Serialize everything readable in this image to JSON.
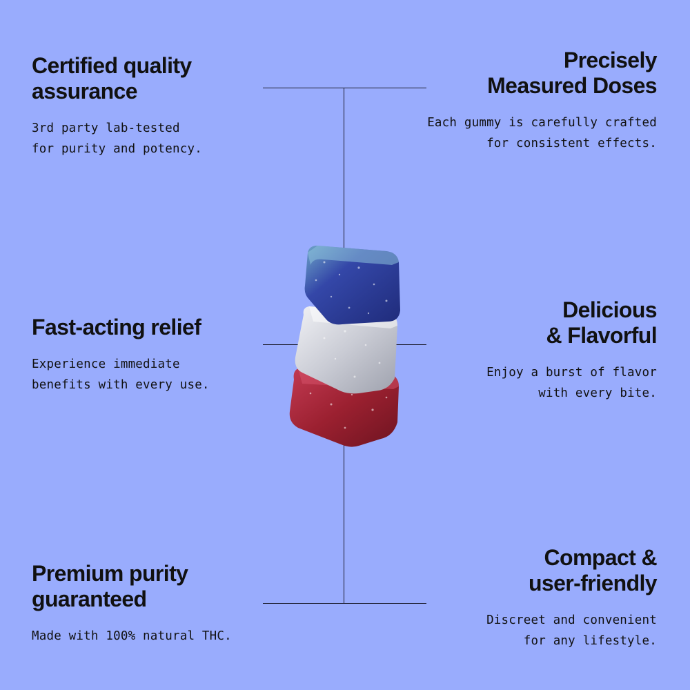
{
  "features": {
    "top_left": {
      "title": "Certified quality\nassurance",
      "text": "3rd party lab-tested\nfor purity and potency."
    },
    "top_right": {
      "title": "Precisely\nMeasured Doses",
      "text": "Each gummy is carefully crafted\nfor consistent effects."
    },
    "mid_left": {
      "title": "Fast-acting relief",
      "text": "Experience immediate\nbenefits with every use."
    },
    "mid_right": {
      "title": "Delicious\n& Flavorful",
      "text": "Enjoy a burst of flavor\nwith every bite."
    },
    "bottom_left": {
      "title": "Premium purity\nguaranteed",
      "text": "Made with 100% natural THC."
    },
    "bottom_right": {
      "title": "Compact &\nuser-friendly",
      "text": "Discreet and convenient\nfor any lifestyle."
    }
  },
  "colors": {
    "background": "#99acfd",
    "text": "#111111",
    "gummy_blue": "#2f3f9e",
    "gummy_white": "#d4d6df",
    "gummy_red": "#9b2030"
  }
}
